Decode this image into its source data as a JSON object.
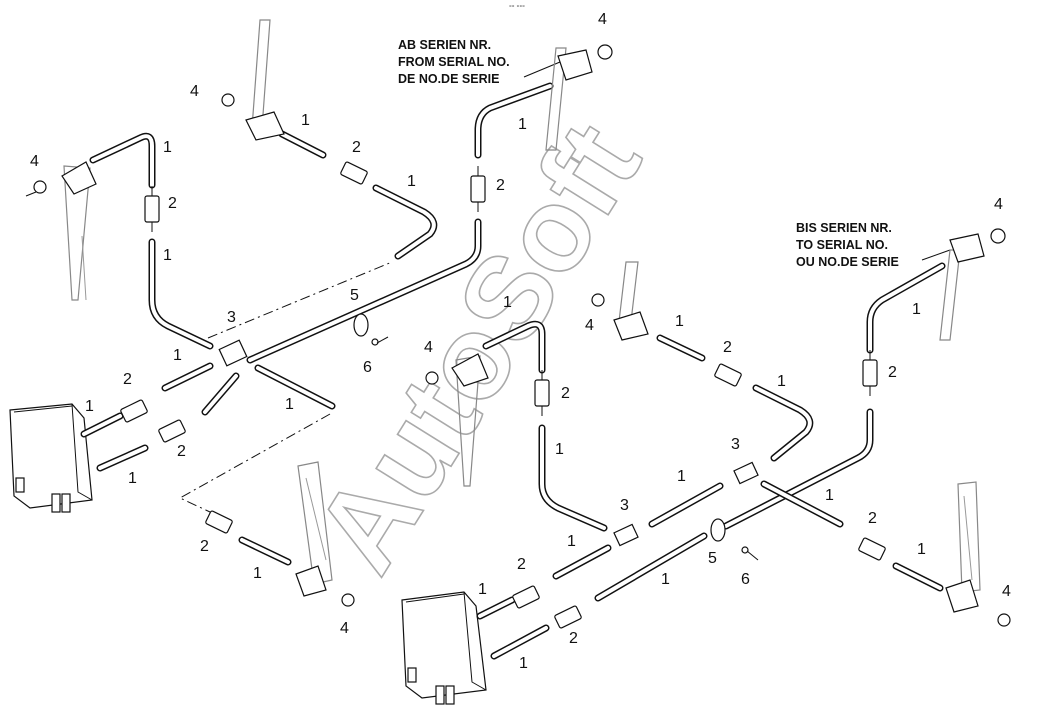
{
  "header_mark": "°° °°°",
  "notes": {
    "from_serial": [
      "AB SERIEN NR.",
      "FROM SERIAL NO.",
      "DE NO.DE SERIE"
    ],
    "to_serial": [
      "BIS SERIEN NR.",
      "TO SERIAL NO.",
      "OU NO.DE SERIE"
    ]
  },
  "watermark": "AutoSoft",
  "callouts": {
    "left": [
      "4",
      "4",
      "1",
      "2",
      "1",
      "2",
      "1",
      "4",
      "1",
      "2",
      "1",
      "3",
      "5",
      "6",
      "1",
      "2",
      "1",
      "2",
      "1",
      "1",
      "2",
      "1",
      "4"
    ],
    "right": [
      "4",
      "1",
      "1",
      "4",
      "4",
      "1",
      "2",
      "1",
      "2",
      "2",
      "1",
      "3",
      "1",
      "3",
      "1",
      "2",
      "1",
      "5",
      "6",
      "1",
      "2",
      "1",
      "1",
      "2",
      "1",
      "4"
    ]
  }
}
